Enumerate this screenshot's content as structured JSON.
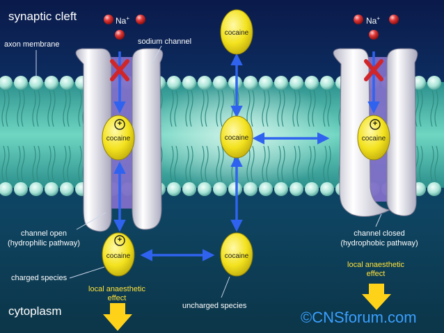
{
  "labels": {
    "synaptic_cleft": "synaptic cleft",
    "axon_membrane": "axon membrane",
    "sodium_channel": "sodium channel",
    "channel_open_1": "channel open",
    "channel_open_2": "(hydrophilic pathway)",
    "charged_species": "charged species",
    "local_effect_1a": "local anaesthetic",
    "local_effect_1b": "effect",
    "uncharged_species": "uncharged species",
    "cytoplasm": "cytoplasm",
    "channel_closed_1": "channel closed",
    "channel_closed_2": "(hydrophobic pathway)",
    "local_effect_2a": "local anaesthetic",
    "local_effect_2b": "effect",
    "watermark": "©CNSforum.com"
  },
  "molecules": {
    "cocaine": "cocaine",
    "plus": "+",
    "sodium": "Na",
    "sodium_charge": "+"
  },
  "colors": {
    "background_top": "#0a1a4a",
    "membrane_band": "#5cc2b2",
    "lipid_head": "#b7ece1",
    "channel_protein": "#e9e8f2",
    "channel_pore": "#7f6fc7",
    "cocaine_yellow": "#f3e21e",
    "arrow_blue": "#2f63ef",
    "block_red": "#d0262a",
    "effect_yellow": "#ffd21a"
  }
}
